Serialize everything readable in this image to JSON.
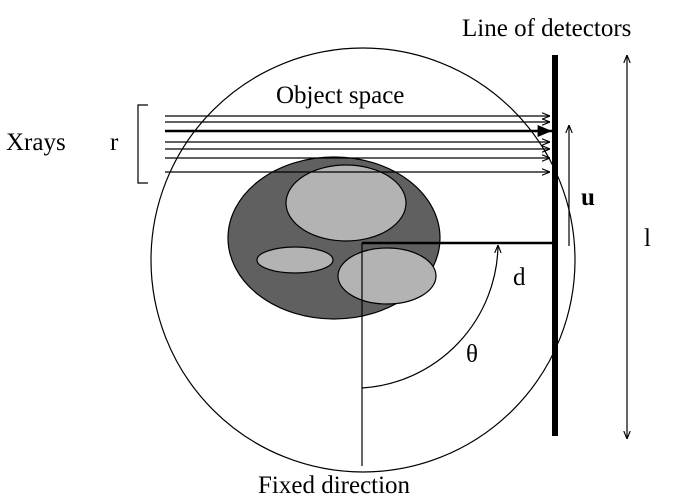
{
  "labels": {
    "detectors": "Line of detectors",
    "object_space": "Object space",
    "xrays": "Xrays",
    "r": "r",
    "u": "u",
    "l": "l",
    "d": "d",
    "theta": "θ",
    "fixed_direction": "Fixed direction"
  },
  "colors": {
    "object": "#606060",
    "inclusion": "#b3b3b3",
    "stroke": "#000000"
  }
}
